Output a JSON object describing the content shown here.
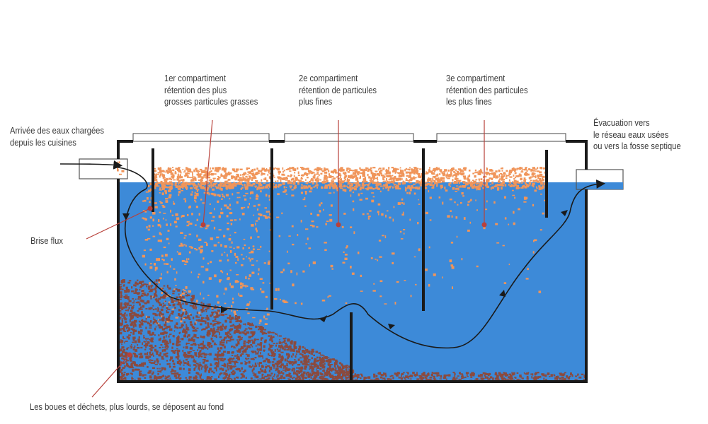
{
  "labels": {
    "compartment1": [
      "1er compartiment",
      "rétention des plus",
      "grosses particules grasses"
    ],
    "compartment2": [
      "2e compartiment",
      "rétention de particules",
      "plus fines"
    ],
    "compartment3": [
      "3e compartiment",
      "rétention des particules",
      "les plus fines"
    ],
    "inlet": [
      "Arrivée des eaux chargées",
      "depuis les cuisines"
    ],
    "outlet": [
      "Évacuation vers",
      "le réseau eaux usées",
      "ou vers la fosse septique"
    ],
    "brise_flux": "Brise flux",
    "sludge": "Les boues et déchets, plus lourds, se déposent au fond"
  },
  "colors": {
    "water": "#3d8ad8",
    "grease": "#f0955a",
    "sludge": "#8b4a3e",
    "wall": "#1a1a1a",
    "leader": "#b8403a",
    "marker": "#b8403a"
  }
}
